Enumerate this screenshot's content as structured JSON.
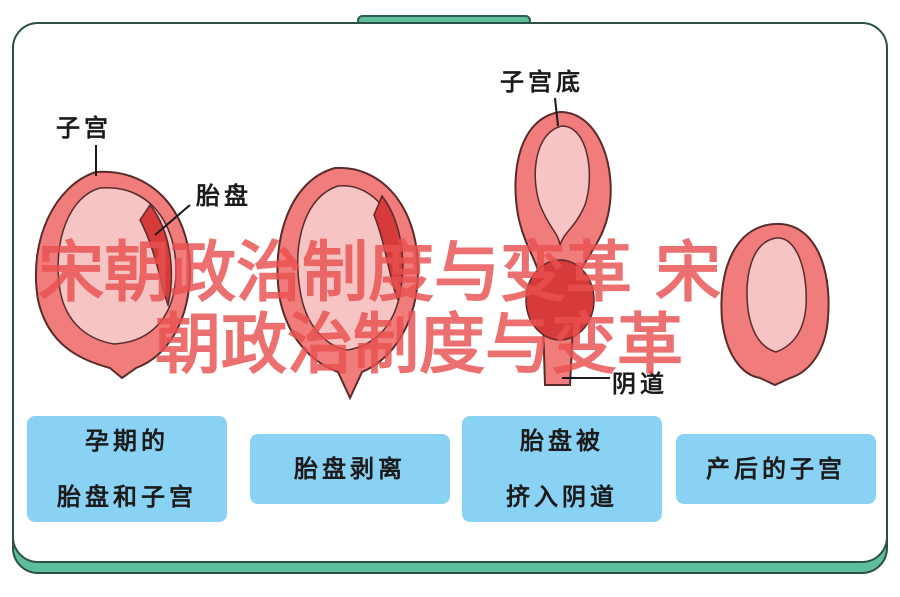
{
  "labels": {
    "uterus": "子宫",
    "placenta": "胎盘",
    "fundus": "子宫底",
    "vagina": "阴道"
  },
  "stages": [
    {
      "line1": "孕期的",
      "line2": "胎盘和子宫"
    },
    {
      "line1": "胎盘剥离",
      "line2": ""
    },
    {
      "line1": "胎盘被",
      "line2": "挤入阴道"
    },
    {
      "line1": "产后的子宫",
      "line2": ""
    }
  ],
  "watermark": {
    "line1": "宋朝政治制度与变革 宋",
    "line2": "朝政治制度与变革"
  },
  "colors": {
    "frame_green": "#5cbe9b",
    "box_blue": "#8ad2f3",
    "uterus_outer": "#f07c7c",
    "uterus_inner": "#f6c4c4",
    "placenta": "#d63a3a"
  }
}
